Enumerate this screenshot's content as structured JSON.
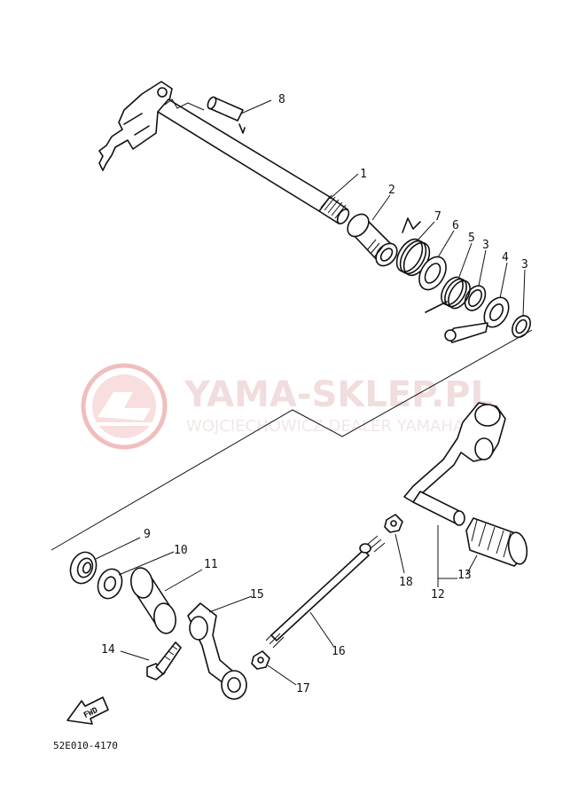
{
  "watermark": {
    "title": "YAMA-SKLEP.PL",
    "subtitle": "WOJCIECHOWICZ DEALER YAMAHA",
    "color": "#e05252"
  },
  "labels": {
    "p1": "1",
    "p2": "2",
    "p3a": "3",
    "p3b": "3",
    "p4": "4",
    "p5": "5",
    "p6": "6",
    "p7": "7",
    "p8": "8",
    "p9": "9",
    "p10": "10",
    "p11": "11",
    "p12": "12",
    "p13": "13",
    "p14": "14",
    "p15": "15",
    "p16": "16",
    "p17": "17",
    "p18": "18"
  },
  "fwd_label": "FWD",
  "diagram_code": "52E010-4170"
}
